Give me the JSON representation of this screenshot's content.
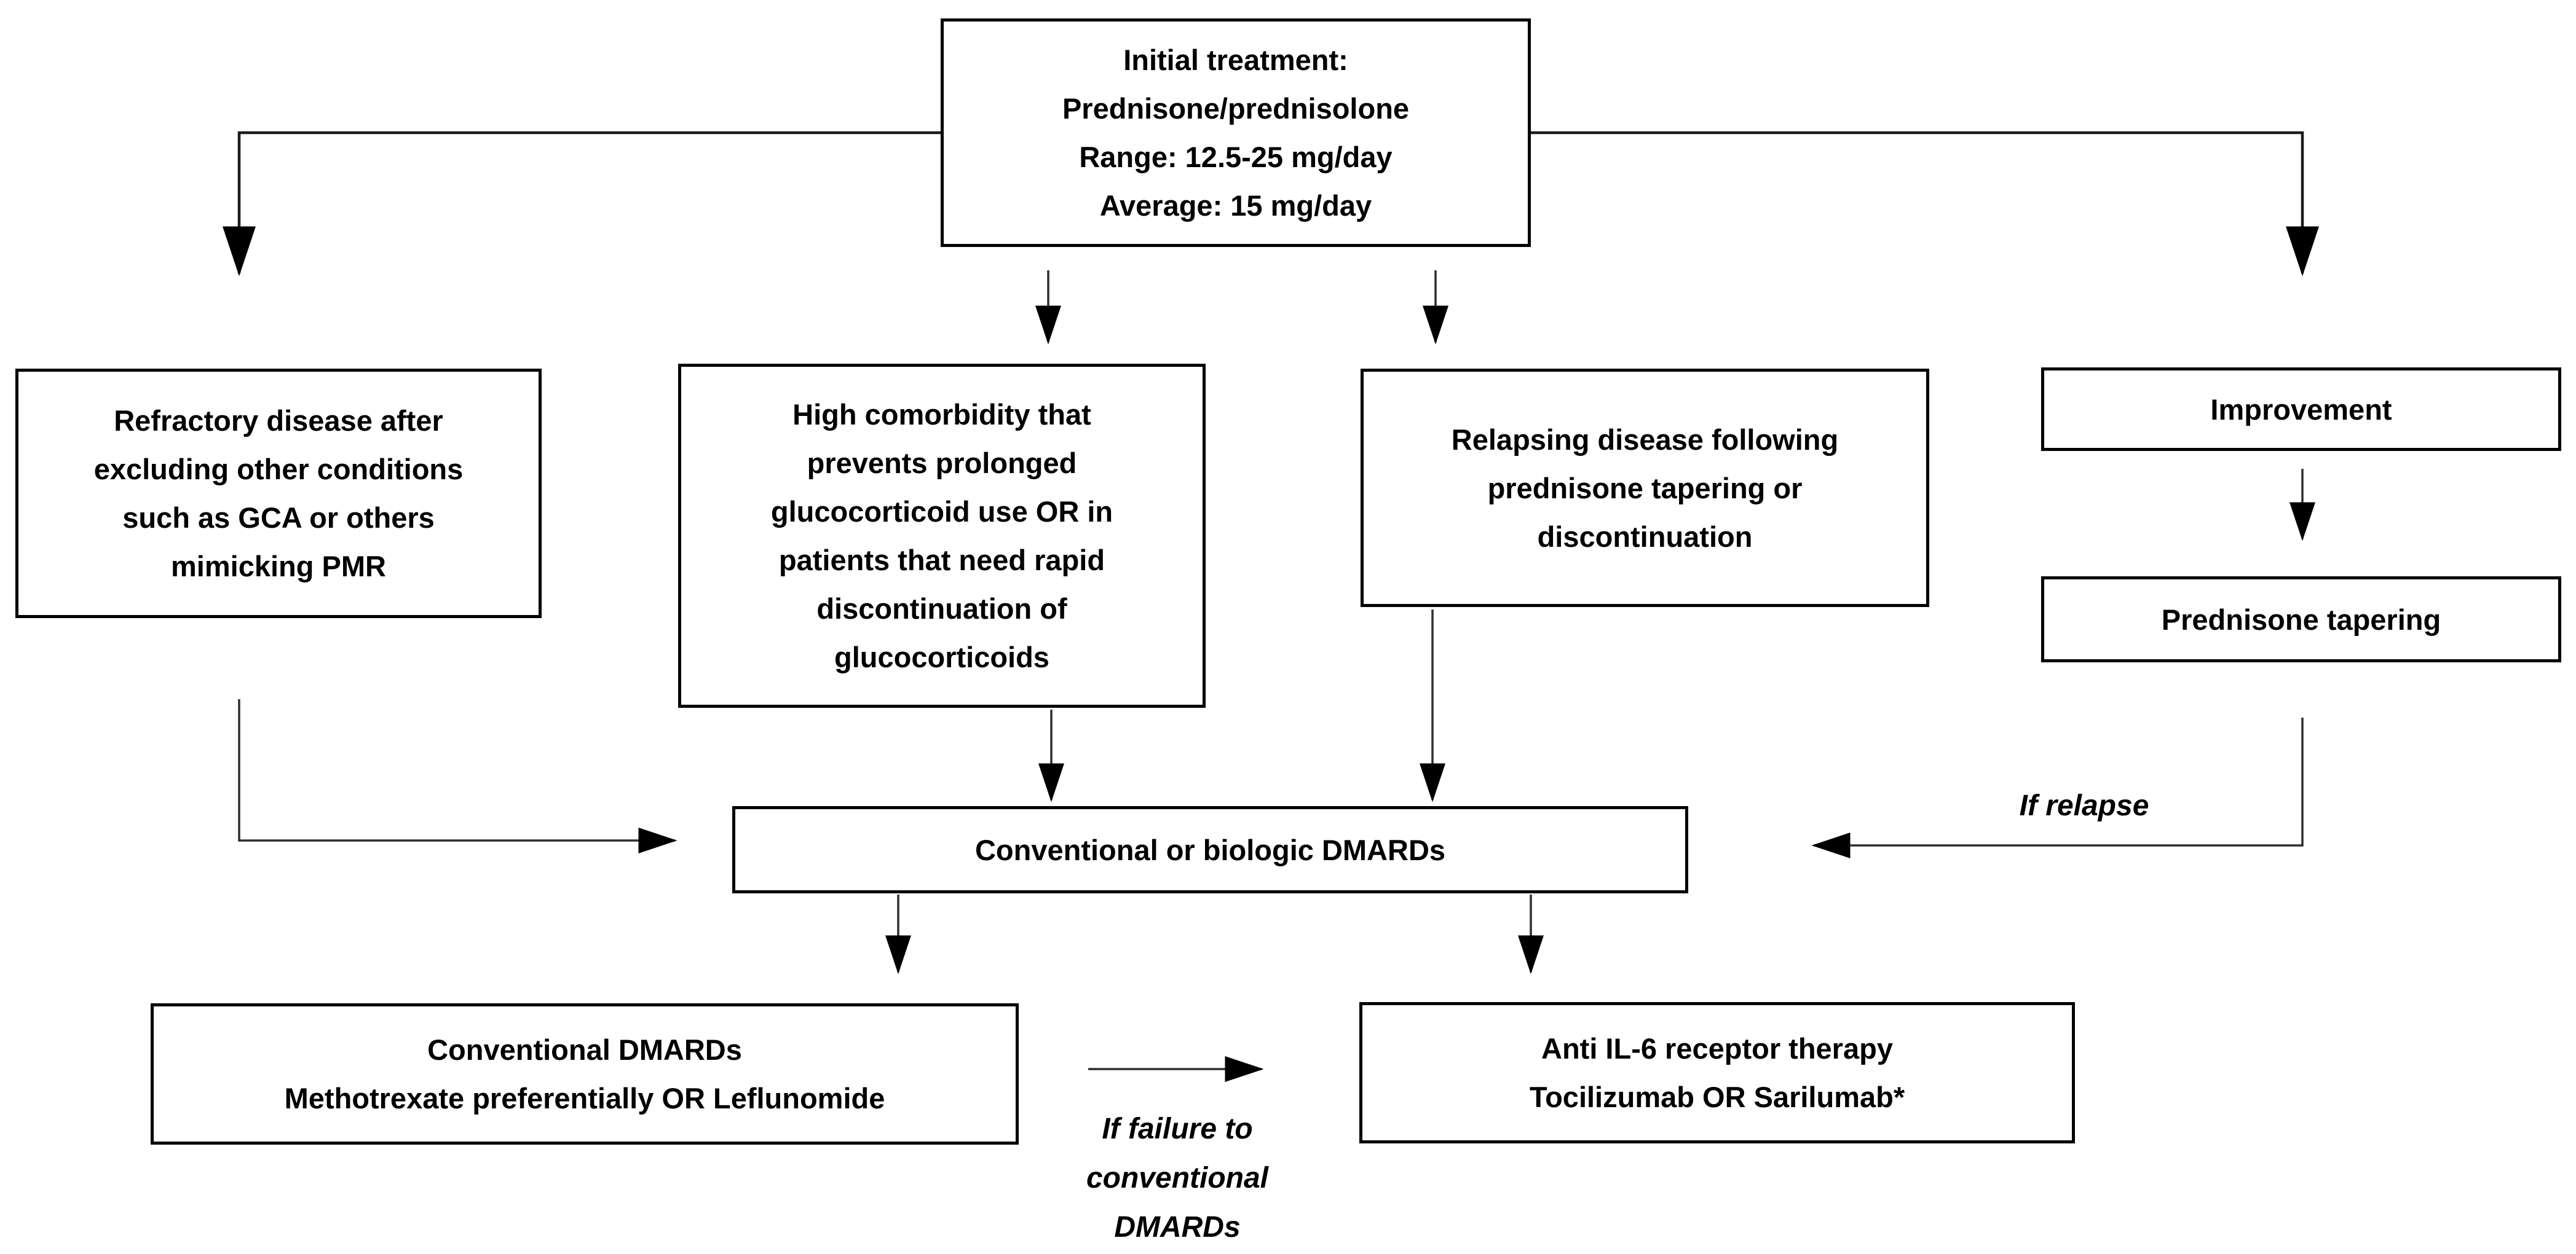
{
  "nodes": {
    "initial": {
      "text": "Initial treatment:\nPrednisone/prednisolone\nRange: 12.5-25 mg/day\nAverage: 15 mg/day"
    },
    "refractory": {
      "text": "Refractory disease after\nexcluding other conditions\nsuch as GCA or others\nmimicking PMR"
    },
    "comorbidity": {
      "text": "High comorbidity that\nprevents prolonged\nglucocorticoid use OR in\npatients that need rapid\ndiscontinuation of\nglucocorticoids"
    },
    "relapsing": {
      "text": "Relapsing disease following\nprednisone tapering or\ndiscontinuation"
    },
    "improvement": {
      "text": "Improvement"
    },
    "tapering": {
      "text": "Prednisone tapering"
    },
    "dmards": {
      "text": "Conventional or biologic DMARDs"
    },
    "conventional": {
      "text": "Conventional DMARDs\nMethotrexate preferentially OR Leflunomide"
    },
    "anti_il6": {
      "text": "Anti IL-6 receptor therapy\nTocilizumab OR Sarilumab*"
    }
  },
  "labels": {
    "if_relapse": "If relapse",
    "if_failure": "If failure to\nconventional\nDMARDs"
  },
  "edges": [
    {
      "from": "initial",
      "to": "refractory"
    },
    {
      "from": "initial",
      "to": "comorbidity"
    },
    {
      "from": "initial",
      "to": "relapsing"
    },
    {
      "from": "initial",
      "to": "improvement"
    },
    {
      "from": "improvement",
      "to": "tapering"
    },
    {
      "from": "tapering",
      "to": "dmards",
      "label": "If relapse"
    },
    {
      "from": "refractory",
      "to": "dmards"
    },
    {
      "from": "comorbidity",
      "to": "dmards"
    },
    {
      "from": "relapsing",
      "to": "dmards"
    },
    {
      "from": "dmards",
      "to": "conventional"
    },
    {
      "from": "dmards",
      "to": "anti_il6"
    },
    {
      "from": "conventional",
      "to": "anti_il6",
      "label": "If failure to conventional DMARDs"
    }
  ],
  "colors": {
    "background": "#ffffff",
    "box_border": "#000000",
    "text": "#000000",
    "connector": "#2e2e2e"
  }
}
